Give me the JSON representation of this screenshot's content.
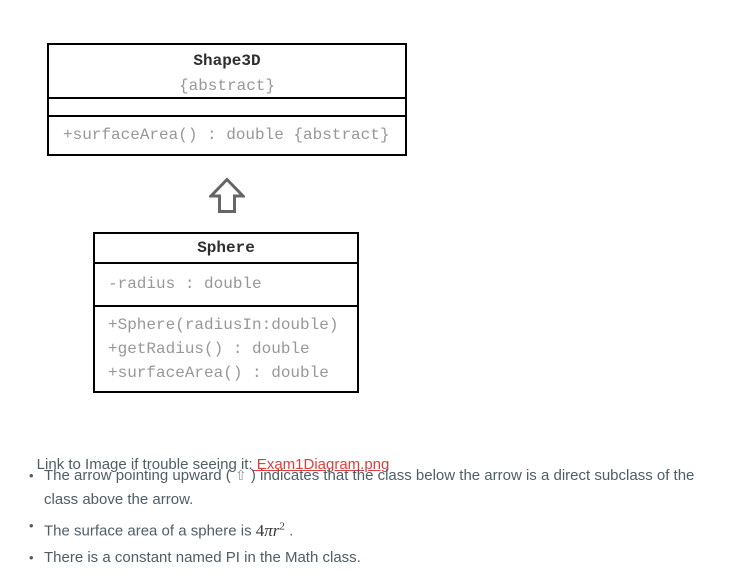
{
  "uml": {
    "shape3d": {
      "name": "Shape3D",
      "stereotype": "{abstract}",
      "methods": [
        "+surfaceArea() : double {abstract}"
      ]
    },
    "sphere": {
      "name": "Sphere",
      "attributes": [
        "-radius : double"
      ],
      "methods": [
        "+Sphere(radiusIn:double)",
        "+getRadius() : double",
        "+surfaceArea() : double"
      ]
    },
    "inheritance_arrow_icon": "hollow-up-arrow"
  },
  "link_line": {
    "prefix": "Link to Image if trouble seeing it:",
    "link_text": " Exam1Diagram.png"
  },
  "bullets": {
    "arrow_note": {
      "pre": "The arrow pointing upward ( ",
      "arrow_glyph": "⇧",
      "post": " ) indicates that the class below the arrow is a direct subclass of the class above the arrow."
    },
    "surface_area": {
      "pre": "The surface area of a sphere is ",
      "formula_coefficient": "4",
      "formula_variables": "πr",
      "formula_exponent": "2",
      "post": " ."
    },
    "pi_note": "There is a constant named PI in the Math class."
  },
  "colors": {
    "box_border": "#000000",
    "class_title_text": "#2e2e2e",
    "member_text": "#979797",
    "arrow_stroke": "#666666",
    "body_text": "#4e5d66",
    "link_red": "#e03e3e"
  }
}
